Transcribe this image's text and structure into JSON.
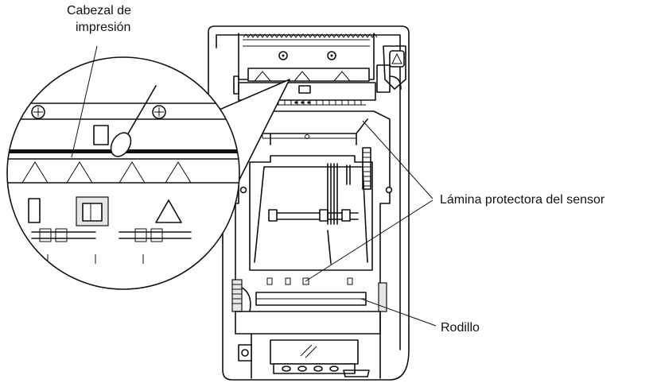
{
  "labels": {
    "print_head": [
      "Cabezal de",
      "impresión"
    ],
    "sensor_sheet": "Lámina protectora del sensor",
    "roller": "Rodillo"
  },
  "icons": [
    "warning-triangle-icon"
  ]
}
